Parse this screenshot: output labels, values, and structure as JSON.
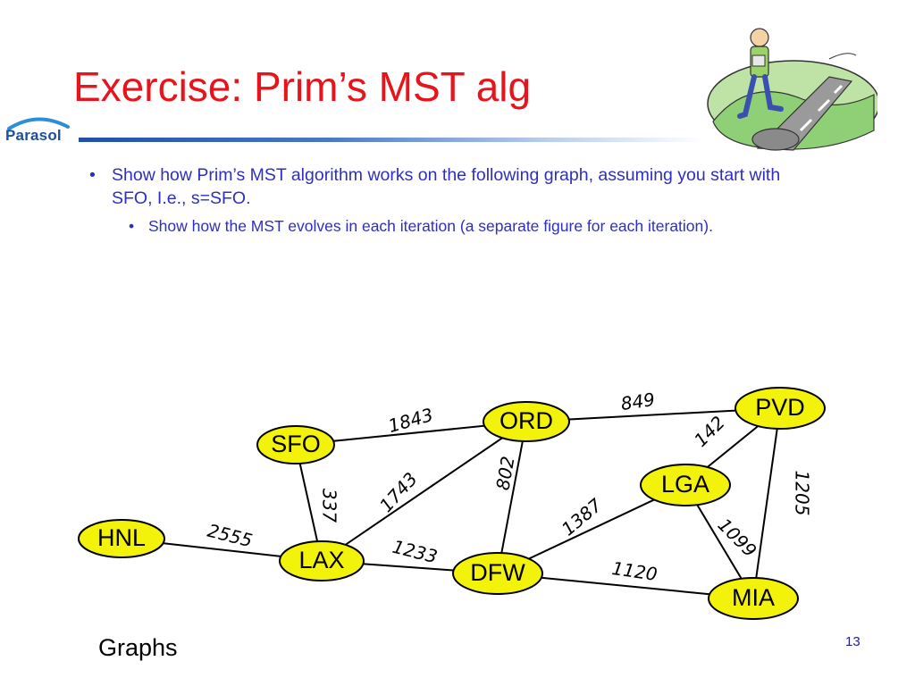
{
  "slide": {
    "title": "Exercise: Prim’s MST alg",
    "logo_text": "Parasol",
    "footer_left": "Graphs",
    "page_number": "13"
  },
  "bullets": [
    {
      "text": "Show how Prim’s MST algorithm works on the following graph, assuming you start with SFO, I.e., s=SFO.",
      "sub": [
        {
          "text": "Show how the MST evolves in each iteration (a separate figure for each iteration)."
        }
      ]
    }
  ],
  "graph": {
    "node_fill": "#f2f20a",
    "nodes": [
      {
        "id": "SFO",
        "label": "SFO"
      },
      {
        "id": "ORD",
        "label": "ORD"
      },
      {
        "id": "PVD",
        "label": "PVD"
      },
      {
        "id": "LGA",
        "label": "LGA"
      },
      {
        "id": "HNL",
        "label": "HNL"
      },
      {
        "id": "LAX",
        "label": "LAX"
      },
      {
        "id": "DFW",
        "label": "DFW"
      },
      {
        "id": "MIA",
        "label": "MIA"
      }
    ],
    "edges": [
      {
        "from": "SFO",
        "to": "ORD",
        "weight": "1843"
      },
      {
        "from": "ORD",
        "to": "PVD",
        "weight": "849"
      },
      {
        "from": "PVD",
        "to": "LGA",
        "weight": "142"
      },
      {
        "from": "PVD",
        "to": "MIA",
        "weight": "1205"
      },
      {
        "from": "SFO",
        "to": "LAX",
        "weight": "337"
      },
      {
        "from": "LAX",
        "to": "ORD",
        "weight": "1743"
      },
      {
        "from": "ORD",
        "to": "DFW",
        "weight": "802"
      },
      {
        "from": "DFW",
        "to": "LGA",
        "weight": "1387"
      },
      {
        "from": "LGA",
        "to": "MIA",
        "weight": "1099"
      },
      {
        "from": "HNL",
        "to": "LAX",
        "weight": "2555"
      },
      {
        "from": "LAX",
        "to": "DFW",
        "weight": "1233"
      },
      {
        "from": "DFW",
        "to": "MIA",
        "weight": "1120"
      }
    ]
  }
}
